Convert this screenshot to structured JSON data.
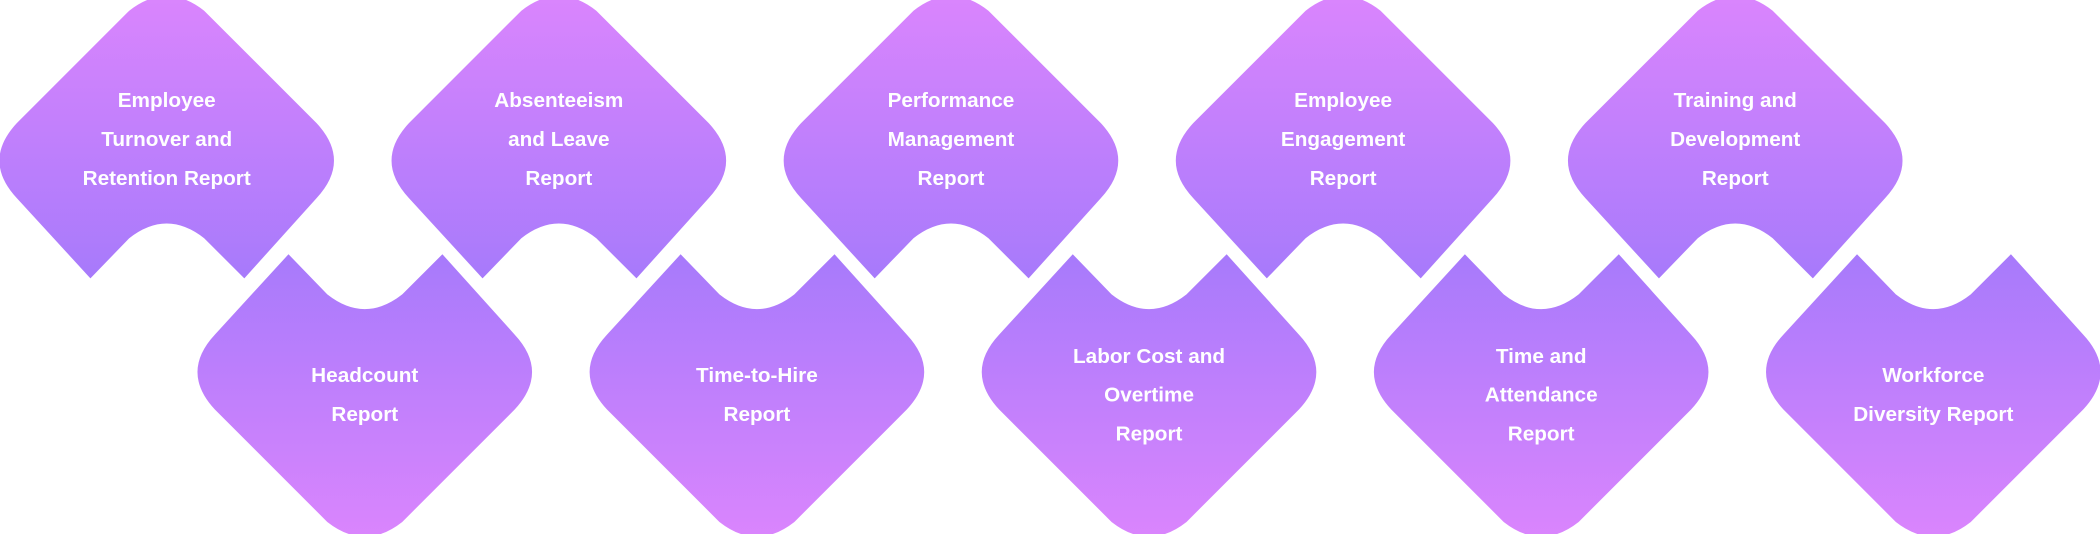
{
  "colors": {
    "gradient_top": "#da85fd",
    "gradient_bottom": "#a77afb",
    "text": "#ffffff"
  },
  "top_row": [
    {
      "lines": [
        "Employee",
        "Turnover and",
        "Retention Report"
      ]
    },
    {
      "lines": [
        "Absenteeism",
        "and Leave",
        "Report"
      ]
    },
    {
      "lines": [
        "Performance",
        "Management",
        "Report"
      ]
    },
    {
      "lines": [
        "Employee",
        "Engagement",
        "Report"
      ]
    },
    {
      "lines": [
        "Training and",
        "Development",
        "Report"
      ]
    }
  ],
  "bottom_row": [
    {
      "lines": [
        "Headcount",
        "Report"
      ]
    },
    {
      "lines": [
        "Time-to-Hire",
        "Report"
      ]
    },
    {
      "lines": [
        "Labor Cost and",
        "Overtime",
        "Report"
      ]
    },
    {
      "lines": [
        "Time and",
        "Attendance",
        "Report"
      ]
    },
    {
      "lines": [
        "Workforce",
        "Diversity Report"
      ]
    }
  ]
}
